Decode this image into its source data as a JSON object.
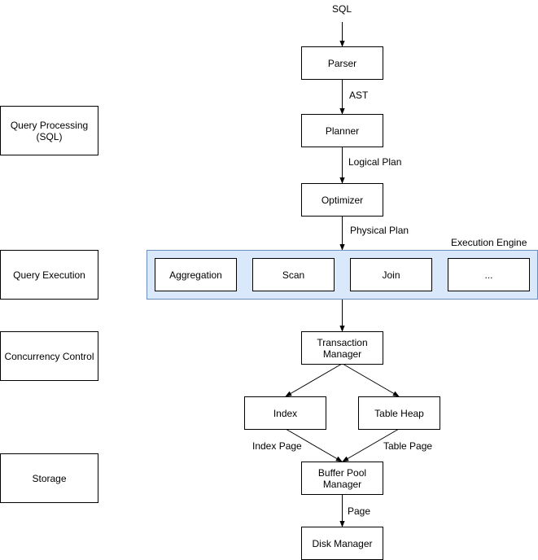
{
  "layers": {
    "query_processing": "Query Processing\n(SQL)",
    "query_execution": "Query Execution",
    "concurrency_control": "Concurrency Control",
    "storage": "Storage"
  },
  "pipeline": {
    "sql": "SQL",
    "parser": "Parser",
    "ast": "AST",
    "planner": "Planner",
    "logical_plan": "Logical Plan",
    "optimizer": "Optimizer",
    "physical_plan": "Physical Plan"
  },
  "engine": {
    "title": "Execution Engine",
    "operators": [
      "Aggregation",
      "Scan",
      "Join",
      "..."
    ]
  },
  "storage_nodes": {
    "transaction_manager": "Transaction\nManager",
    "index": "Index",
    "table_heap": "Table Heap",
    "index_page": "Index Page",
    "table_page": "Table Page",
    "buffer_pool_manager": "Buffer Pool\nManager",
    "page": "Page",
    "disk_manager": "Disk Manager"
  },
  "colors": {
    "engine_fill": "#dae8fc",
    "engine_border": "#6c8ebf",
    "line": "#000000"
  }
}
